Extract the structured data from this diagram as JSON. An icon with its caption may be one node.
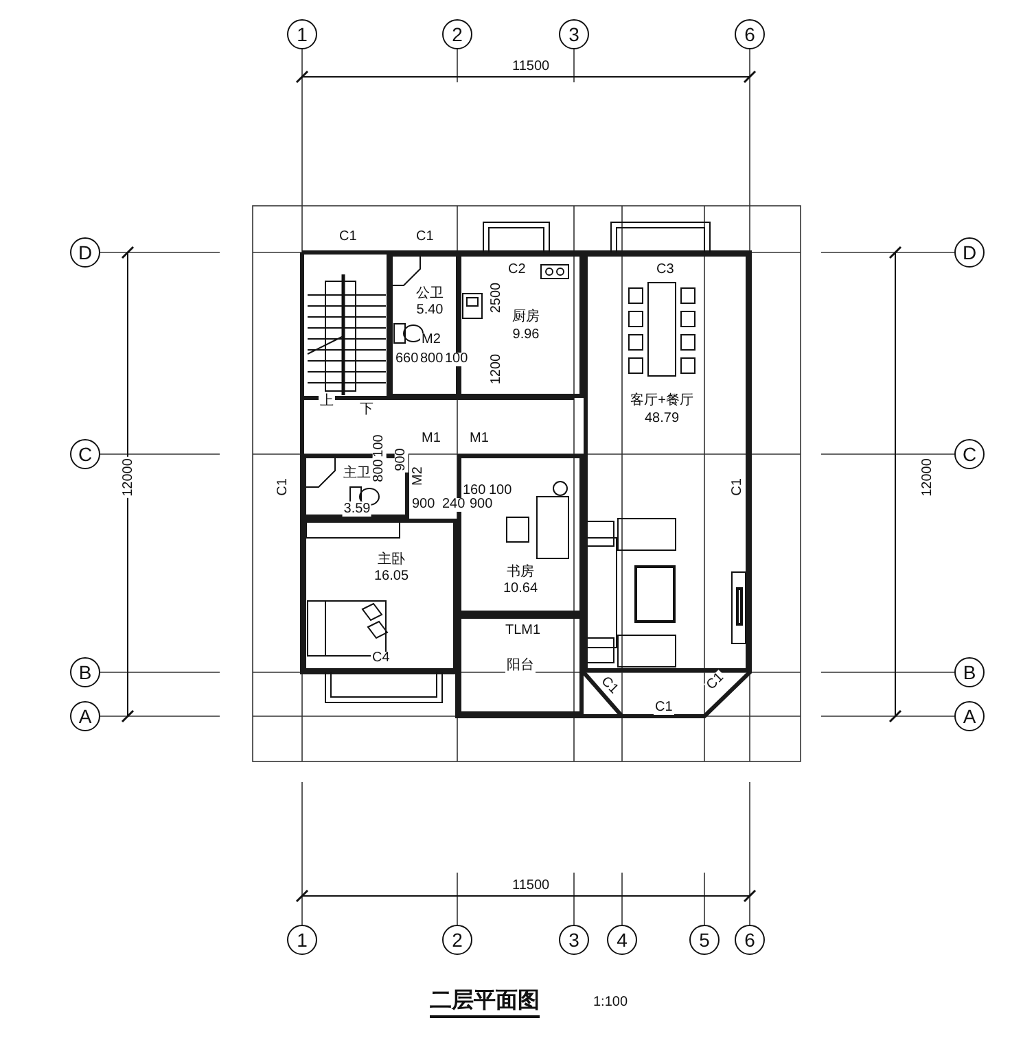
{
  "diagram": {
    "title": "二层平面图",
    "nodes": [
      {
        "text": [
          "1"
        ]
      },
      {
        "text": [
          "2"
        ]
      },
      {
        "text": [
          "3"
        ]
      },
      {
        "text": [
          "6"
        ]
      },
      {
        "text": [
          "D"
        ]
      },
      {
        "text": [
          "C"
        ]
      },
      {
        "text": [
          "B"
        ]
      },
      {
        "text": [
          "A"
        ]
      },
      {
        "text": [
          "D"
        ]
      },
      {
        "text": [
          "C"
        ]
      },
      {
        "text": [
          "B"
        ]
      },
      {
        "text": [
          "A"
        ]
      },
      {
        "text": [
          "公卫",
          "5.40"
        ]
      },
      {
        "text": [
          "厨房",
          "9.96"
        ]
      },
      {
        "text": [
          "客厅+餐厅",
          "48.79"
        ]
      },
      {
        "text": [
          "主卫",
          "3.59"
        ]
      },
      {
        "text": [
          "书房",
          "10.64"
        ]
      },
      {
        "text": [
          "主卧",
          "16.05"
        ]
      },
      {
        "text": [
          "阳台"
        ]
      },
      {
        "text": [
          "1"
        ]
      },
      {
        "text": [
          "2"
        ]
      },
      {
        "text": [
          "3"
        ]
      },
      {
        "text": [
          "4"
        ]
      },
      {
        "text": [
          "5"
        ]
      },
      {
        "text": [
          "6"
        ]
      }
    ],
    "labels": [
      "11500",
      "12000",
      "12000",
      "C1",
      "C1",
      "C2",
      "C3",
      "2500",
      "M2",
      "660",
      "800",
      "100",
      "1200",
      "上",
      "下",
      "M1",
      "M1",
      "C1",
      "100",
      "800",
      "900",
      "M2",
      "160",
      "100",
      "900",
      "240",
      "900",
      "C1",
      "TLM1",
      "C4",
      "C1",
      "C1",
      "C1",
      "11500",
      "1:100"
    ]
  }
}
